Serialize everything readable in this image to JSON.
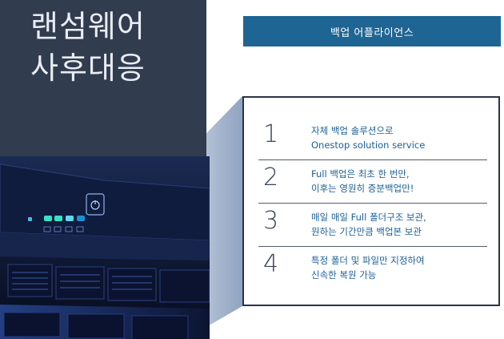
{
  "title": {
    "line1": "랜섬웨어",
    "line2": "사후대응"
  },
  "badge": {
    "label": "백업 어플라이언스"
  },
  "items": [
    {
      "number": "1",
      "line1": "자체 백업 솔루션으로",
      "line2": "Onestop solution service"
    },
    {
      "number": "2",
      "line1": "Full 백업은 최초 한 번만,",
      "line2": "이후는 영원히 증분백업만!"
    },
    {
      "number": "3",
      "line1": "매일 매일 Full 폴더구조 보관,",
      "line2": "원하는 기간만큼 백업본 보관"
    },
    {
      "number": "4",
      "line1": "특정 폴더 및 파일만 지정하여",
      "line2": "신속한 복원 가능"
    }
  ],
  "colors": {
    "title_panel": "#323c4f",
    "badge": "#1f6593",
    "item_text": "#1c5f96",
    "funnel": "#9fb0c9"
  }
}
